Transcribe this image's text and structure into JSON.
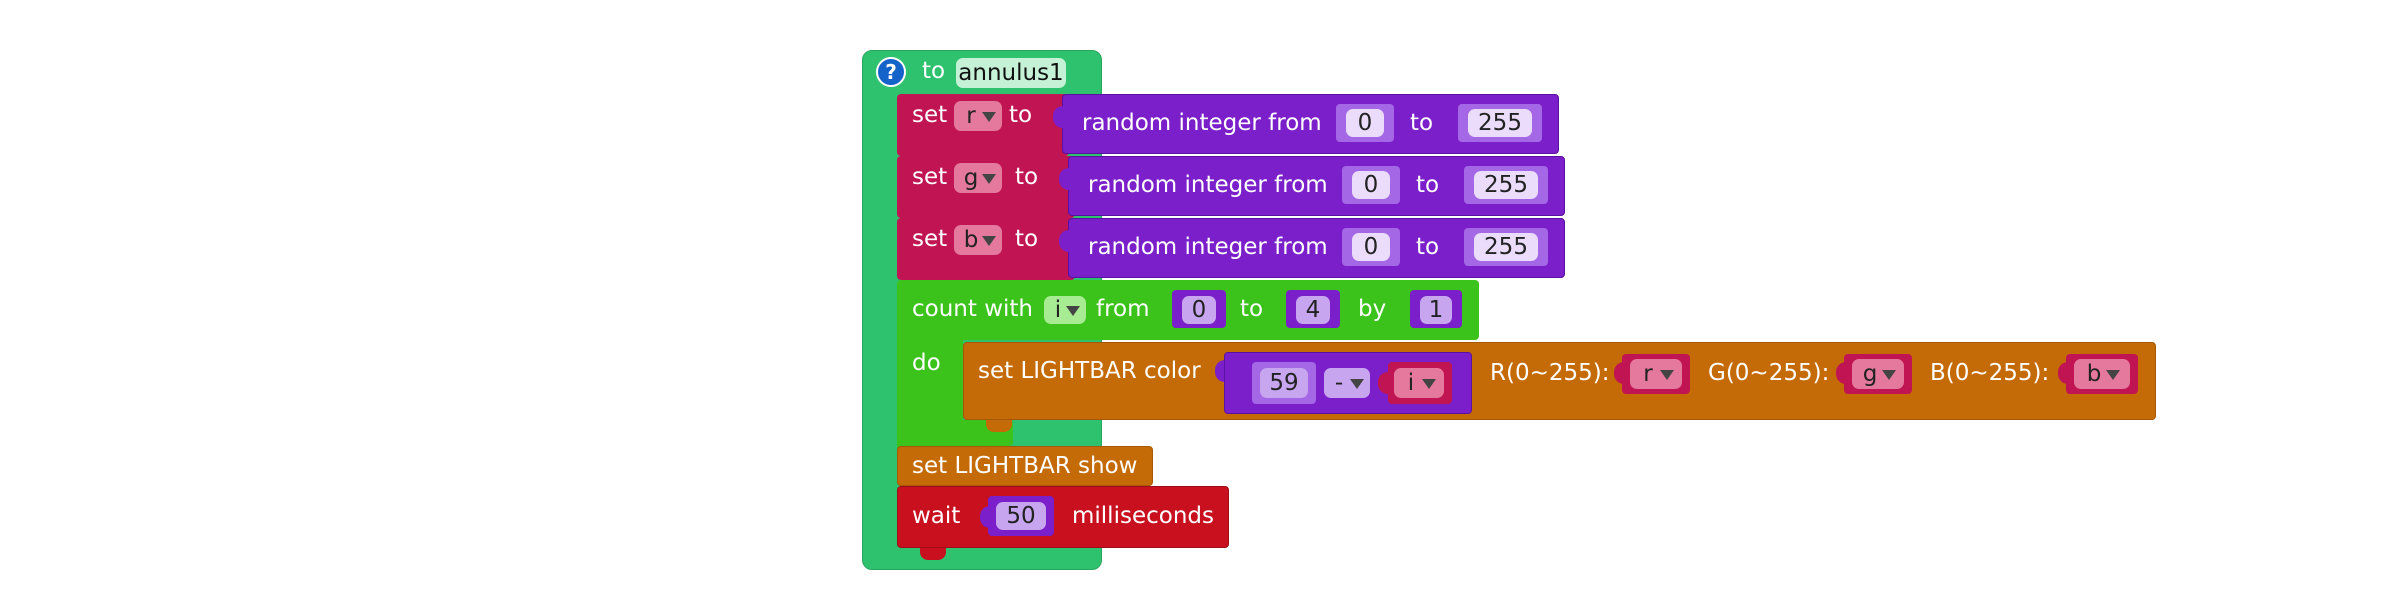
{
  "procedure": {
    "keyword": "to",
    "name": "annulus1",
    "help_icon": "?"
  },
  "set_r": {
    "keyword": "set",
    "var": "r",
    "to": "to"
  },
  "set_g": {
    "keyword": "set",
    "var": "g",
    "to": "to"
  },
  "set_b": {
    "keyword": "set",
    "var": "b",
    "to": "to"
  },
  "random": {
    "label": "random integer from",
    "from": "0",
    "to_label": "to",
    "to": "255"
  },
  "loop": {
    "label": "count with",
    "var": "i",
    "from_label": "from",
    "from": "0",
    "to_label": "to",
    "to": "4",
    "by_label": "by",
    "by": "1",
    "do_label": "do"
  },
  "lightbar_color": {
    "label": "set LIGHTBAR color",
    "index_a": "59",
    "op": "-",
    "index_b": "i",
    "r_label": "R(0~255):",
    "r_var": "r",
    "g_label": "G(0~255):",
    "g_var": "g",
    "b_label": "B(0~255):",
    "b_var": "b"
  },
  "lightbar_show": {
    "label": "set LIGHTBAR show"
  },
  "wait": {
    "label": "wait",
    "value": "50",
    "unit": "milliseconds"
  },
  "colors": {
    "procedure": "#2fc26e",
    "variables": "#c01552",
    "math": "#7a1fc9",
    "loop": "#3bc21b",
    "lightbar": "#c46a06",
    "wait": "#c8101f"
  }
}
